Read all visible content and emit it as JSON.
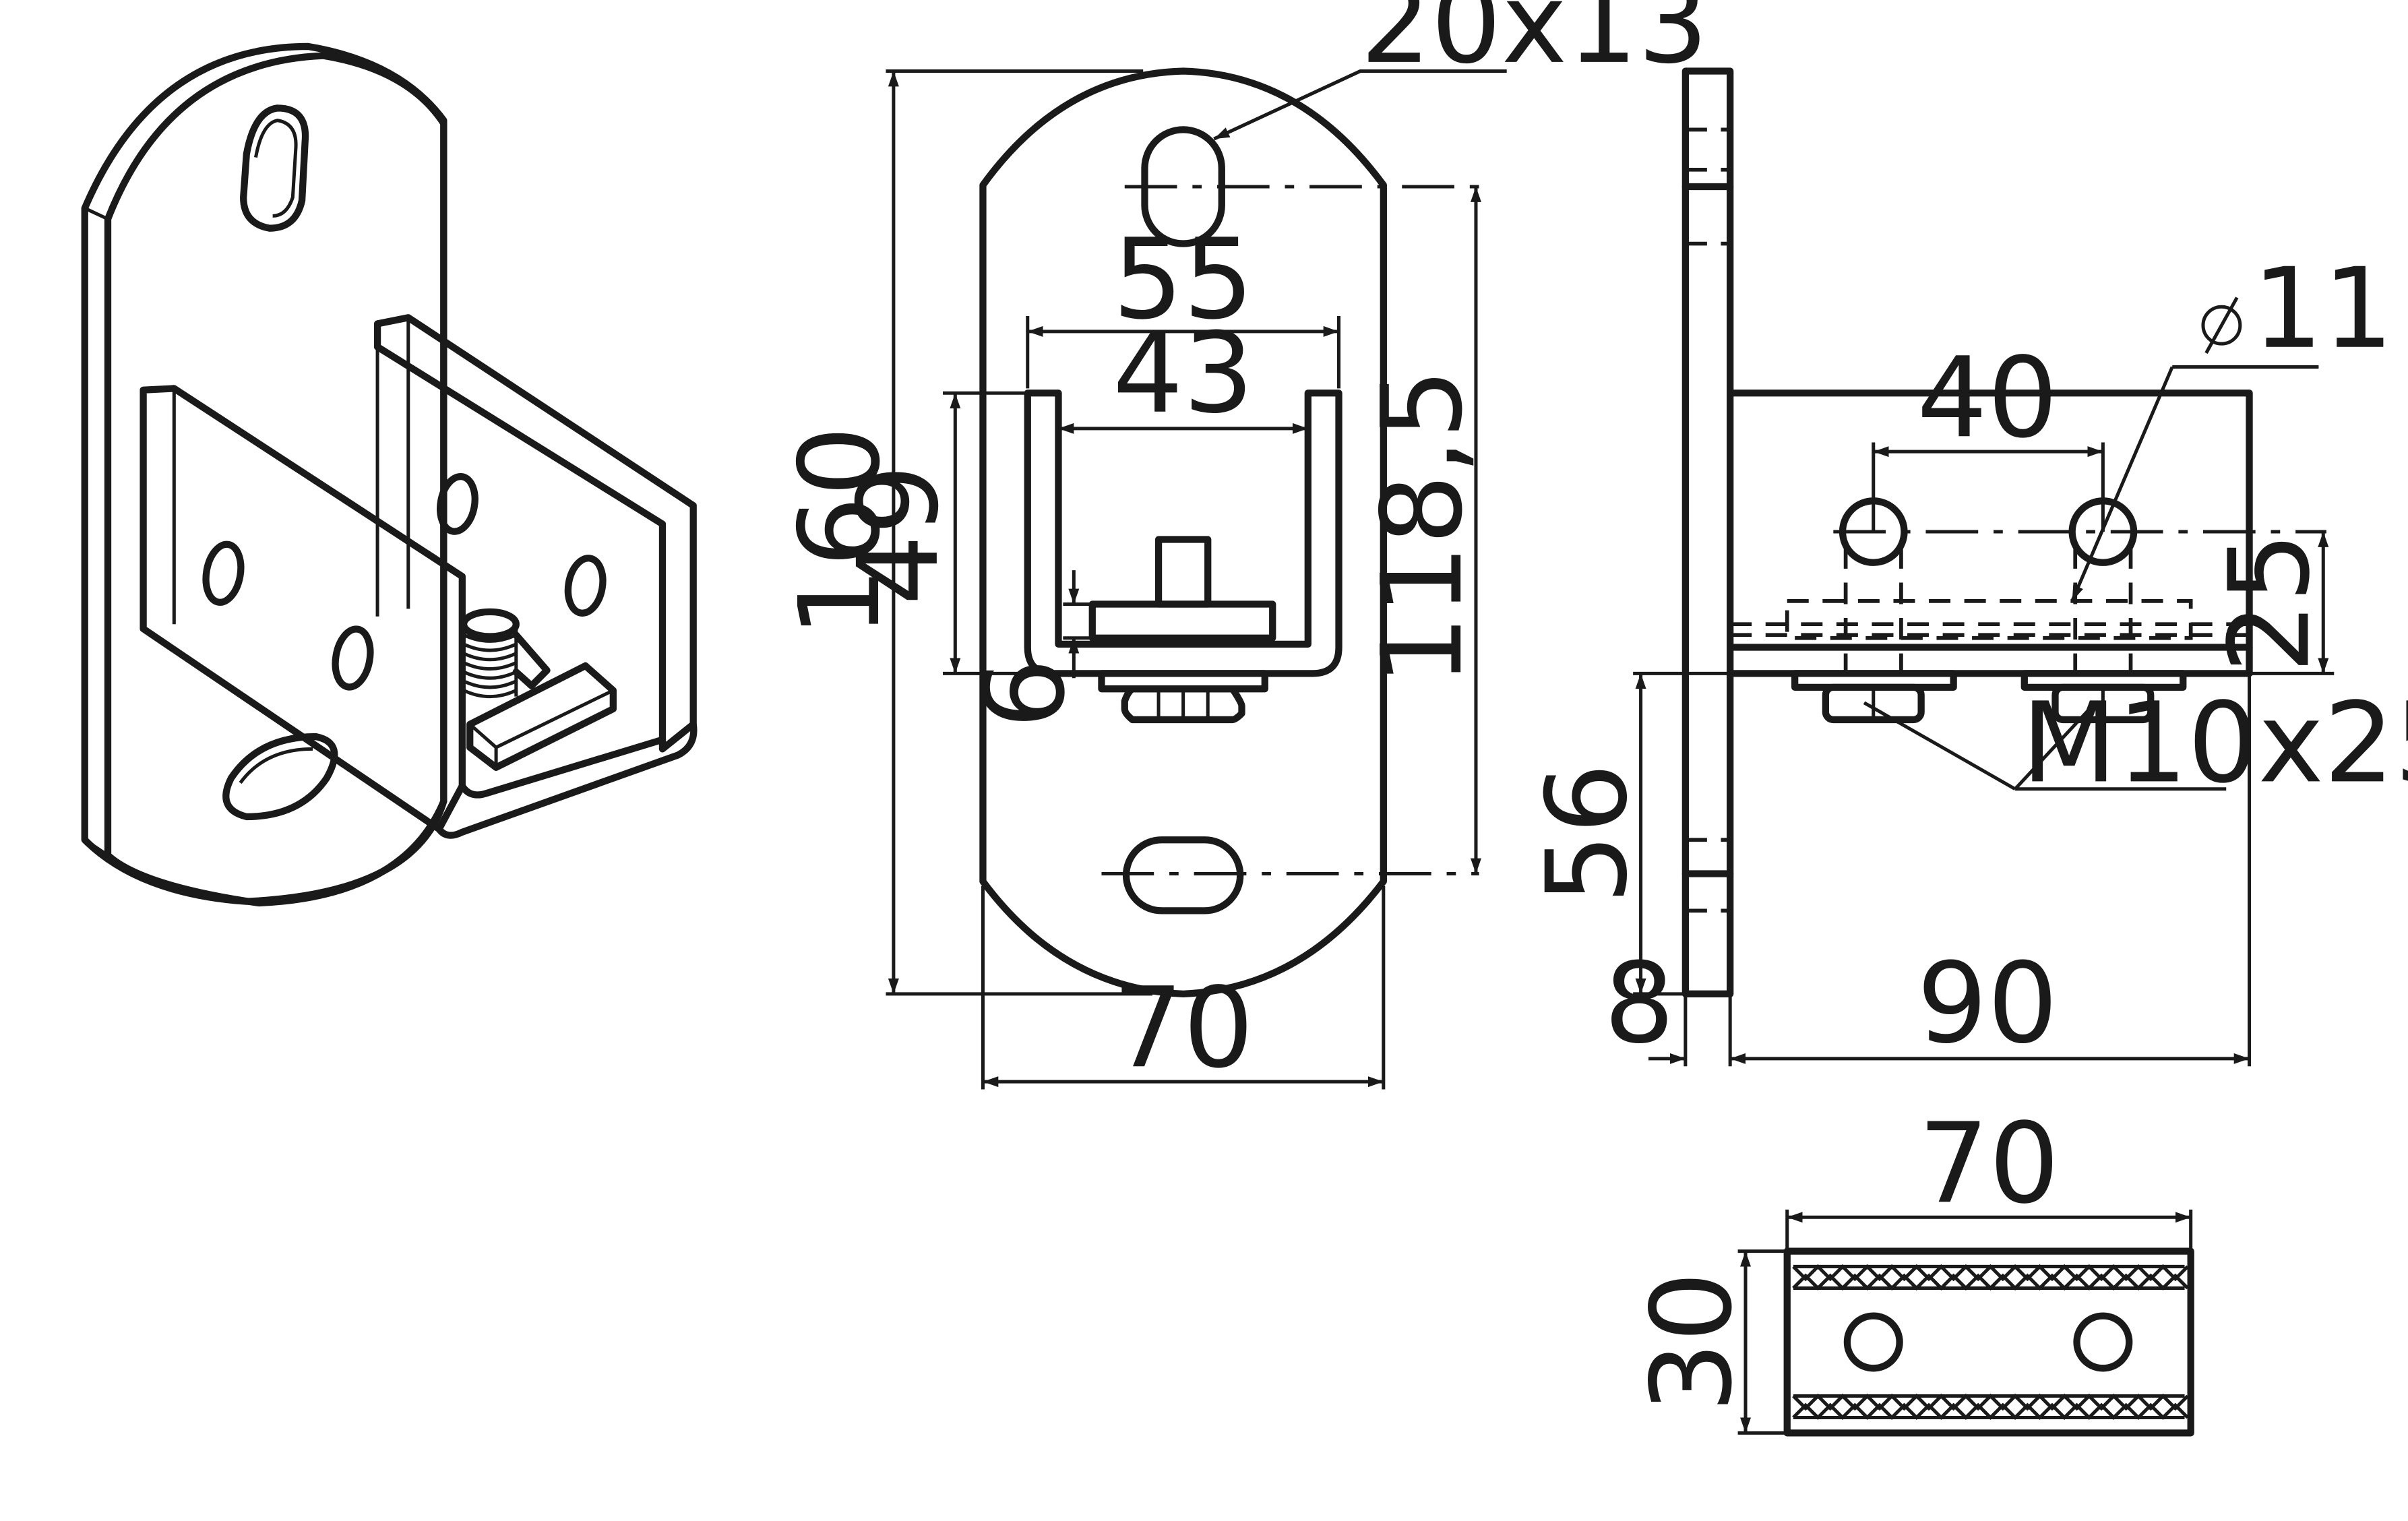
{
  "dimensions": {
    "slot": "20x13",
    "bracket_outer_width": "55",
    "bracket_inner_width": "43",
    "plate_height": "160",
    "bracket_height": "49",
    "slot_center_distance": "118,5",
    "base_thickness": "6",
    "plate_width": "70",
    "hole_diameter": "11",
    "hole_spacing": "40",
    "hole_height": "25",
    "bolt": "M10x25",
    "lower_offset": "56",
    "plate_thickness": "8",
    "projection": "90",
    "bottom_width": "70",
    "bottom_height": "30"
  },
  "symbols": {
    "diameter": "⌀"
  }
}
